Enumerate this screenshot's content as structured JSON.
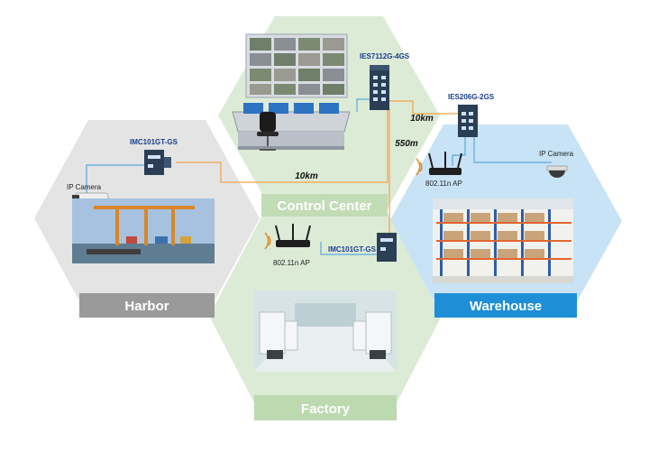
{
  "zones": {
    "control_center": "Control Center",
    "harbor": "Harbor",
    "warehouse": "Warehouse",
    "factory": "Factory"
  },
  "devices": {
    "core_switch": "IES7112G-4GS",
    "warehouse_switch": "IES206G-2GS",
    "harbor_converter": "IMC101GT-GS",
    "factory_converter": "IMC101GT-GS"
  },
  "captions": {
    "harbor_camera": "IP Camera",
    "warehouse_camera": "IP Camera",
    "warehouse_ap": "802.11n AP",
    "factory_ap": "802.11n AP"
  },
  "distances": {
    "core_to_warehouse": "10km",
    "core_to_factory": "550m",
    "core_to_harbor": "10km"
  },
  "colors": {
    "control_center_zone": "#dcebd6",
    "control_center_bar": "#c2dcb6",
    "harbor_zone": "#e4e4e4",
    "harbor_bar": "#9a9a9a",
    "warehouse_zone": "#c8e3f5",
    "warehouse_bar": "#1e8ed6",
    "factory_zone": "#dcebd6",
    "factory_bar": "#bcd9b0",
    "fiber_link": "#f2a24b",
    "copper_link": "#5aa9dd",
    "switch_body": "#2a3f55"
  }
}
